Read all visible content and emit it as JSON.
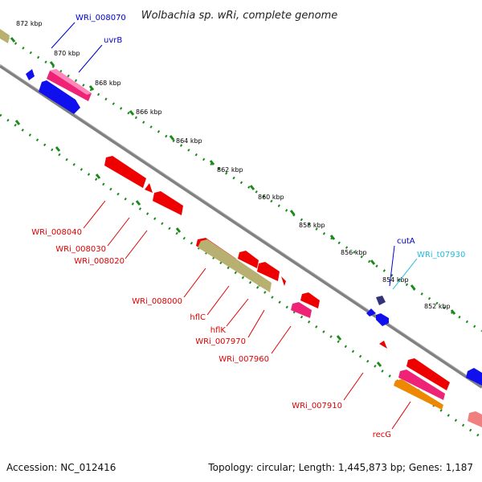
{
  "title": "Wolbachia sp. wRi, complete genome",
  "footer": {
    "accession": "Accession: NC_012416",
    "summary": "Topology: circular; Length: 1,445,873 bp; Genes: 1,187"
  },
  "ticks": [
    "872 kbp",
    "870 kbp",
    "868 kbp",
    "866 kbp",
    "864 kbp",
    "862 kbp",
    "860 kbp",
    "858 kbp",
    "856 kbp",
    "854 kbp",
    "852 kbp"
  ],
  "labels": {
    "wri_008070": "WRi_008070",
    "uvrb": "uvrB",
    "wri_008040": "WRi_008040",
    "wri_008030": "WRi_008030",
    "wri_008020": "WRi_008020",
    "wri_008000": "WRi_008000",
    "hflc": "hflC",
    "hflk": "hflK",
    "wri_007970": "WRi_007970",
    "wri_007960": "WRi_007960",
    "wri_007910": "WRi_007910",
    "recg": "recG",
    "cuta": "cutA",
    "wri_t07930": "WRi_t07930"
  },
  "colors": {
    "backbone": "#808080",
    "tick_dots": "#1a8a1a",
    "gene_red": "#ee0000",
    "gene_blue": "#1010ee",
    "gene_magenta": "#ee2277",
    "gene_olive": "#b8b070",
    "gene_orange": "#ee8800",
    "gene_pink": "#f08080",
    "gene_navy": "#333377",
    "label_red": "#dd0000",
    "label_blue": "#0000cc",
    "label_cyan": "#22bbdd"
  }
}
